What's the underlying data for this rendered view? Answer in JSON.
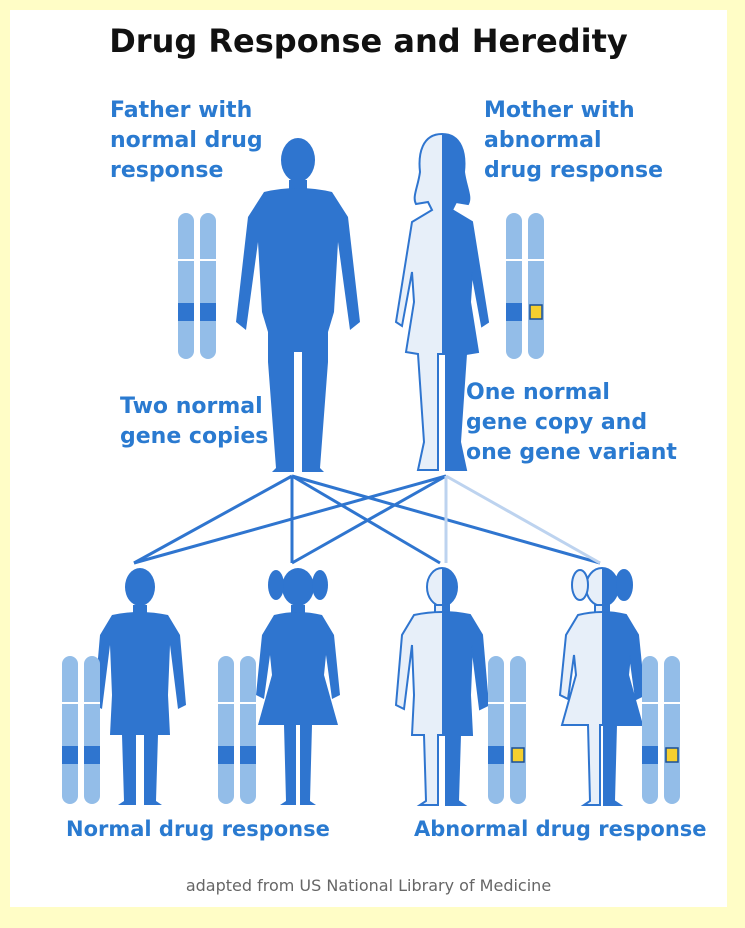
{
  "title": "Drug Response and Heredity",
  "father_caption": [
    "Father with",
    "normal drug",
    "response"
  ],
  "mother_caption": [
    "Mother with",
    "abnormal",
    "drug response"
  ],
  "father_genes_caption": [
    "Two normal",
    "gene copies"
  ],
  "mother_genes_caption": [
    "One normal",
    "gene copy and",
    "one gene variant"
  ],
  "normal_response_label": "Normal drug response",
  "abnormal_response_label": "Abnormal drug response",
  "credit": "adapted from US National Library of Medicine",
  "colors": {
    "background": "#fffdc6",
    "figure_blue": "#2f75cf",
    "figure_light": "#e7eff9",
    "chromosome_light": "#93bde8",
    "chromosome_band": "#2f75cf",
    "variant_gene": "#f5cf2e",
    "text_blue": "#2a7ad0"
  }
}
